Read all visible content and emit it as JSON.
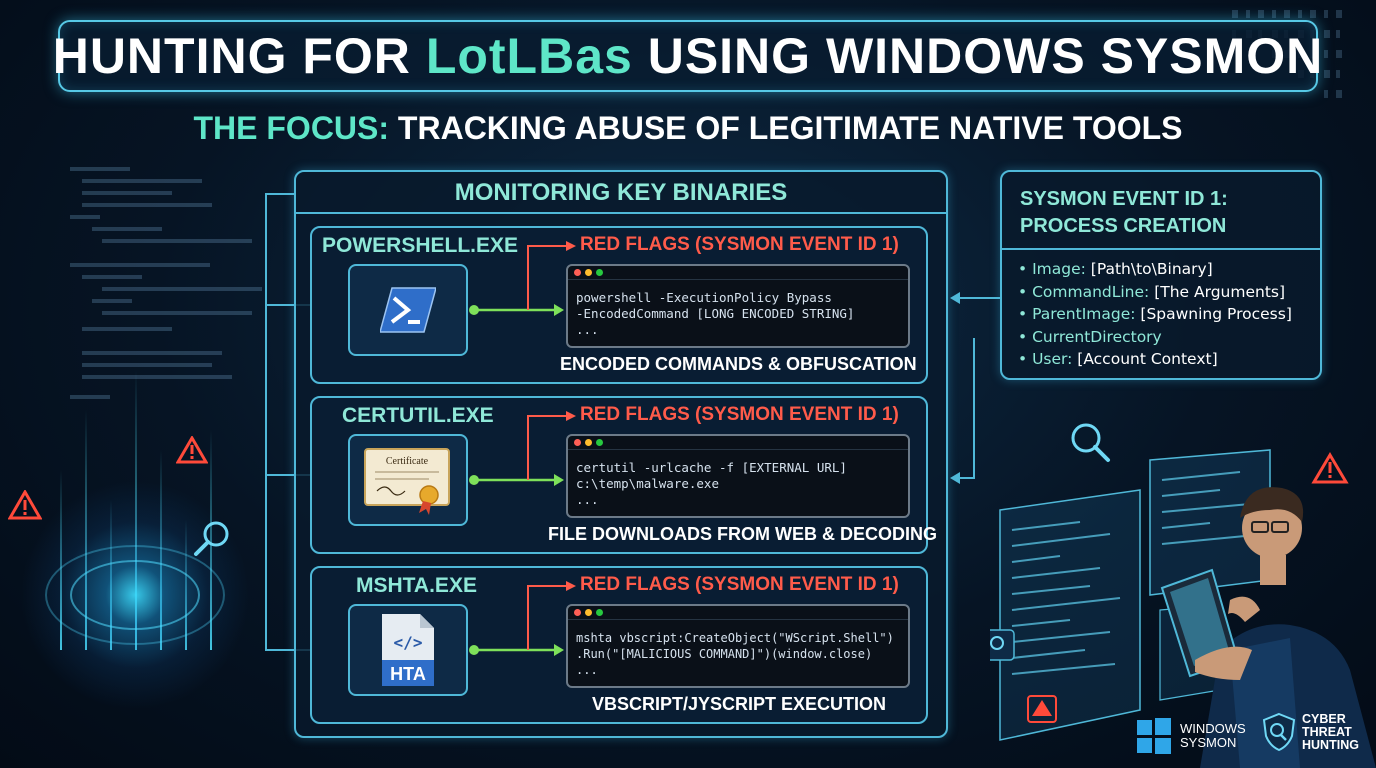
{
  "title": {
    "pre": "HUNTING FOR ",
    "accent": "LotLBas",
    "post": " USING WINDOWS SYSMON"
  },
  "subtitle": {
    "accent": "THE FOCUS:",
    "rest": " TRACKING ABUSE OF LEGITIMATE NATIVE TOOLS"
  },
  "main_panel": {
    "heading": "MONITORING KEY BINARIES",
    "sections": [
      {
        "binary": "POWERSHELL.EXE",
        "icon": "powershell-icon",
        "red_flag": "RED FLAGS (SYSMON EVENT ID 1)",
        "code": [
          "powershell -ExecutionPolicy Bypass",
          "-EncodedCommand [LONG ENCODED STRING]",
          "..."
        ],
        "caption": "ENCODED COMMANDS & OBFUSCATION"
      },
      {
        "binary": "CERTUTIL.EXE",
        "icon": "certificate-icon",
        "icon_label": "Certificate",
        "red_flag": "RED FLAGS (SYSMON EVENT ID 1)",
        "code": [
          "certutil -urlcache -f [EXTERNAL URL]",
          "c:\\temp\\malware.exe",
          "..."
        ],
        "caption": "FILE DOWNLOADS FROM WEB & DECODING"
      },
      {
        "binary": "MSHTA.EXE",
        "icon": "hta-file-icon",
        "icon_label": "HTA",
        "red_flag": "RED FLAGS (SYSMON EVENT ID 1)",
        "code": [
          "mshta vbscript:CreateObject(\"WScript.Shell\")",
          ".Run(\"[MALICIOUS COMMAND]\")(window.close)",
          "..."
        ],
        "caption": "VBSCRIPT/JYSCRIPT EXECUTION"
      }
    ]
  },
  "info_panel": {
    "heading_line1": "SYSMON EVENT ID 1:",
    "heading_line2": "PROCESS CREATION",
    "fields": [
      {
        "key": "Image:",
        "value": " [Path\\to\\Binary]"
      },
      {
        "key": "CommandLine:",
        "value": " [The Arguments]"
      },
      {
        "key": "ParentImage:",
        "value": " [Spawning Process]"
      },
      {
        "key": "CurrentDirectory",
        "value": ""
      },
      {
        "key": "User:",
        "value": " [Account Context]"
      }
    ]
  },
  "branding": {
    "windows_line1": "WINDOWS",
    "windows_line2": "SYSMON",
    "cth_line1": "CYBER",
    "cth_line2": "THREAT",
    "cth_line3": "HUNTING"
  },
  "colors": {
    "accent_teal": "#5ee6c8",
    "panel_border": "#4fb8d8",
    "red_flag": "#ff5b4a",
    "arrow_green": "#7ee05a"
  }
}
